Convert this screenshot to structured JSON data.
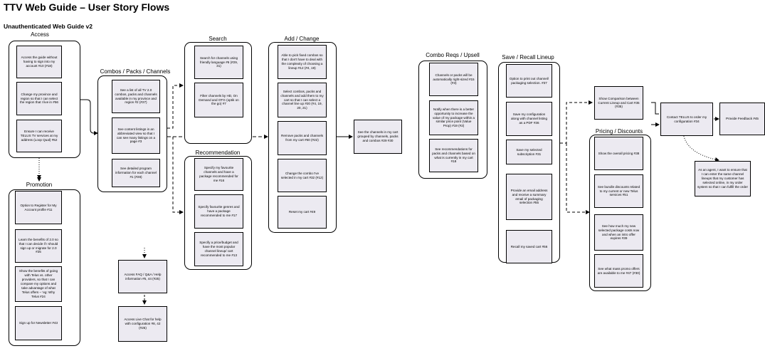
{
  "title": "TTV Web Guide – User Story Flows",
  "subtitle": "Unauthenticated Web Guide v2",
  "groups": {
    "access": "Access",
    "promotion": "Promotion",
    "combos": "Combos / Packs / Channels",
    "search": "Search",
    "recommendation": "Recommendation",
    "add_change": "Add / Change",
    "combo_reqs": "Combo Reqs / Upsell",
    "save_recall": "Save / Recall Lineup",
    "pricing": "Pricing / Discounts"
  },
  "boxes": {
    "access_1": "Access the guide without having to sign into my account #10 (#18)",
    "access_2": "Change my province and region so that I can select the region that I live in #56",
    "access_3": "Ensure I can receive TELUS TV services at my address (Loop Qual) #52",
    "promo_1": "Option to Register for My Account profile #11",
    "promo_2": "Learn the benefits of 2.0 so that I can decide if I should sign up or migrate for 2.0 #25",
    "promo_3": "Show the benefits of going with Telus vs. other providers, so that I can compare my options and take advantage of what Telus offers – ‘eg: Why Telus #24",
    "promo_4": "Sign up for Newsletter #43",
    "combos_1": "See a list of all TV 2.0 combos, packs and channels available in my province and region #2 (#27)",
    "combos_2": "See content listings in an abbreviated view so that I can see many listings on a page #3",
    "combos_3": "See detailed program information for each channel #1 (#28)",
    "search_1": "Search for channels using friendly language #6 (#29, 31)",
    "search_2": "Filter channels by HD, On Demand and OTG (optik on the go) #7",
    "rec_1": "Specify my favourite channels and have a package recommended for me #16",
    "rec_2": "Specify favourite genres and have a package recommended to me #17",
    "rec_3": "Specify a price/budget and have the most popular channel lineup/ cart recommended to me #13",
    "add_1": "Able to pick fixed combos so that I don't have to deal with the complexity of choosing a lineup #12 (#4, 19)",
    "add_2": "Select combos, packs and channels and add them to my cart so that I can select a channel line up #20 (#4, 19, 20, 21)",
    "add_3": "Remove packs and channels from my cart #50 (#22)",
    "add_4": "Change the combo I've selected in my cart #32 (#12)",
    "add_5": "Reset my cart #49",
    "cart_view": "See the channels in my cart grouped by channels, packs and combos #29 #30",
    "reqs_1": "Channels or packs will be automatically right-sized #15 (#3)",
    "reqs_2": "Notify when there is a better opportunity to increase the value of my package within a similar price point (Value Prop) #19 (#2)",
    "reqs_3": "See recommendations for packs and channels based on what is currently in my cart #18",
    "save_1": "Option to print out channel/ packaging selection. #37",
    "save_2": "Save my configuration along with channel listing as a PDF #36",
    "save_3": "Save my selected subscription #31",
    "save_4": "Provide an email address and receive a summary email of packaging selection #55",
    "save_5": "Recall my saved cart #56",
    "compare": "Show Comparison between Current Lineup and Cart #35 (#35)",
    "price_1": "Show the overall pricing #38",
    "price_2": "See bundle discounts related to my current or new Telus services #51",
    "price_3": "See how much my new selected package costs now and when an intro offer expires #39",
    "price_4": "See what mass promo offers are available to me #47 (#30)",
    "contact": "Contact TELUS to order my configuration #34",
    "feedback": "Provide Feedback #45",
    "agent": "As an agent, I want to ensure that I can enter the same channel lineups that my customer has selected online, in my order system so that I can fulfill the order",
    "faq": "Access FAQ / Q&A / Help information #5, 44 (#25)",
    "chat": "Access Live Chat for help with configuration #8, 42 (#25)"
  }
}
